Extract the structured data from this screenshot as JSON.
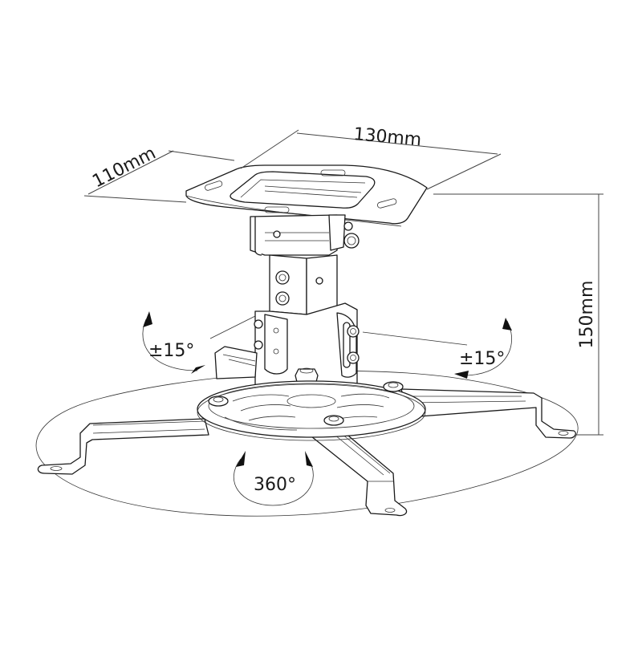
{
  "diagram": {
    "subject": "Projector ceiling mount",
    "dimensions": {
      "plate_depth": "110mm",
      "plate_width": "130mm",
      "height": "150mm"
    },
    "adjustments": {
      "tilt_left": "±15°",
      "tilt_right": "±15°",
      "rotation": "360°"
    },
    "colors": {
      "line": "#1a1a1a",
      "background": "#ffffff"
    }
  }
}
